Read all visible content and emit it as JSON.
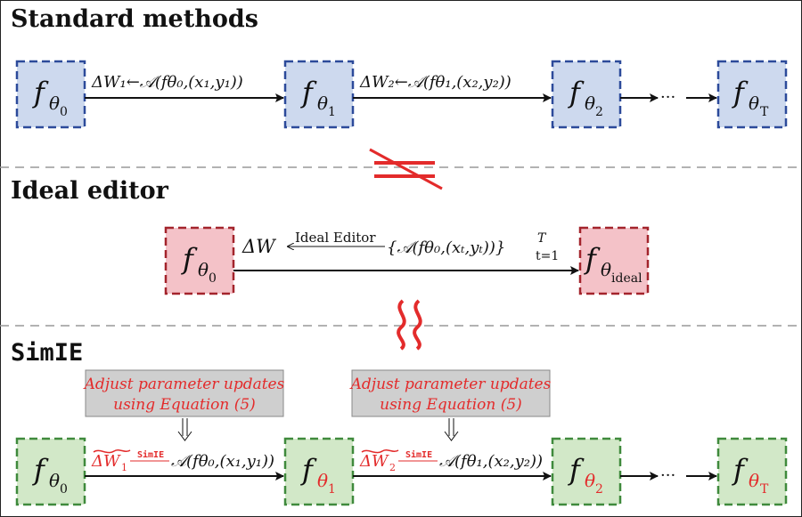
{
  "sections": {
    "standard": "Standard methods",
    "ideal": "Ideal editor",
    "simie": "SimIE"
  },
  "symbols": {
    "f": "f",
    "theta": "θ",
    "delta_w": "ΔW",
    "dots": "···",
    "not_equal_mark": "≠",
    "approx_mark": "≈"
  },
  "standard_row": {
    "nodes": [
      "fθ0",
      "fθ1",
      "fθ2",
      "fθT"
    ],
    "subscripts": [
      "0",
      "1",
      "2",
      "T"
    ],
    "edges": [
      "ΔW₁←𝒜(fθ₀,(x₁,y₁))",
      "ΔW₂←𝒜(fθ₁,(x₂,y₂))"
    ]
  },
  "ideal_row": {
    "nodes": [
      "fθ0",
      "fθideal"
    ],
    "ideal_sub": "ideal",
    "arrow_label": "Ideal Editor",
    "rhs": "{𝒜(fθ₀,(xₜ,yₜ))}",
    "rhs_sup": "T",
    "rhs_sub": "t=1"
  },
  "simie_row": {
    "nodes": [
      "fθ0",
      "fθ1",
      "fθ2",
      "fθT"
    ],
    "subscripts": [
      "0",
      "1",
      "2",
      "T"
    ],
    "arrow_tag": "SimIE",
    "edges": [
      "𝒜(fθ₀,(x₁,y₁))",
      "𝒜(fθ₁,(x₂,y₂))"
    ],
    "note_line1": "Adjust parameter updates",
    "note_line2": "using Equation (5)"
  },
  "colors": {
    "blue_fill": "#cdd9ee",
    "blue_border": "#2c4a9a",
    "red_fill": "#f4c2c8",
    "red_border": "#a3242c",
    "green_fill": "#d2e8c8",
    "green_border": "#3f8a3c",
    "accent_red": "#e32b2b",
    "note_box": "#cfcfcf"
  }
}
